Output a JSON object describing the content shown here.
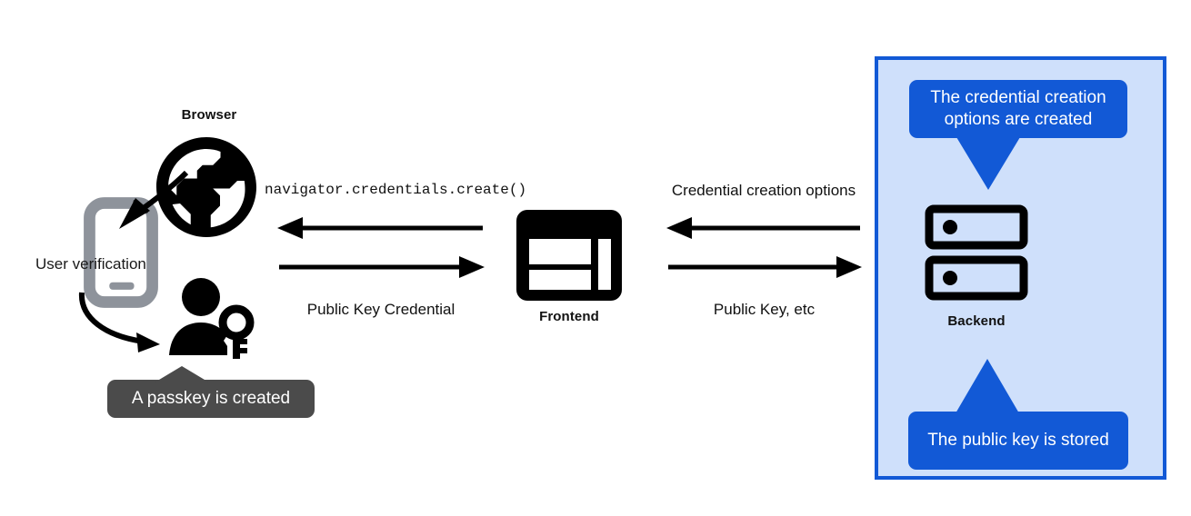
{
  "diagram": {
    "title_hidden": "",
    "colors": {
      "panel_fill": "#cfe0fb",
      "panel_border": "#1259d6",
      "tooltip_blue": "#1259d6",
      "tooltip_dark": "#4b4b4b",
      "icon_black": "#000000",
      "phone_gray": "#8e939b"
    },
    "nodes": {
      "browser_label": "Browser",
      "frontend_label": "Frontend",
      "backend_label": "Backend"
    },
    "annotations": {
      "user_verification": "User verification",
      "passkey_created": "A passkey is created",
      "credential_options_created": "The credential creation options are created",
      "public_key_stored": "The public key is stored"
    },
    "flows": [
      {
        "name": "backend-to-frontend",
        "label": "Credential creation options",
        "direction": "left"
      },
      {
        "name": "frontend-to-backend",
        "label": "Public Key, etc",
        "direction": "right"
      },
      {
        "name": "frontend-to-browser",
        "label": "navigator.credentials.create()",
        "direction": "left"
      },
      {
        "name": "browser-to-frontend",
        "label": "Public Key Credential",
        "direction": "right"
      }
    ],
    "icons": {
      "globe": "globe-icon",
      "phone": "phone-icon",
      "person_key": "person-with-key-icon",
      "frontend": "frontend-window-icon",
      "server": "server-rack-icon"
    }
  }
}
